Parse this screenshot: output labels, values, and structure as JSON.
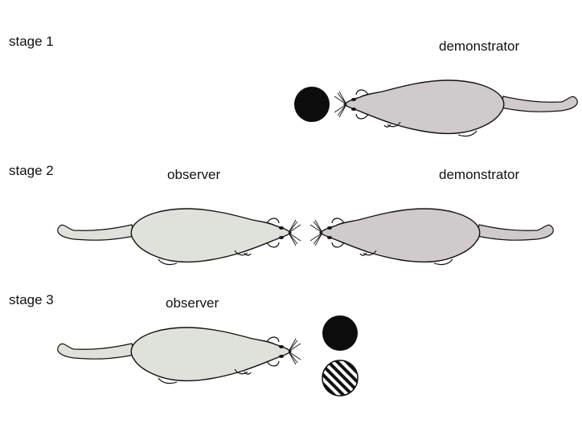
{
  "stages": [
    {
      "label": "stage 1",
      "demonstrator_label": "demonstrator"
    },
    {
      "label": "stage 2",
      "observer_label": "observer",
      "demonstrator_label": "demonstrator"
    },
    {
      "label": "stage 3",
      "observer_label": "observer"
    }
  ],
  "colors": {
    "demonstrator_fill": "#cfcacb",
    "observer_fill": "#dfe1db",
    "outline": "#111111",
    "food_dark": "#0c0c0c",
    "food_striped": "#111111"
  },
  "icons": {
    "rat": "rat-icon",
    "food_plain": "dark-food-disc-icon",
    "food_striped": "striped-food-disc-icon"
  }
}
